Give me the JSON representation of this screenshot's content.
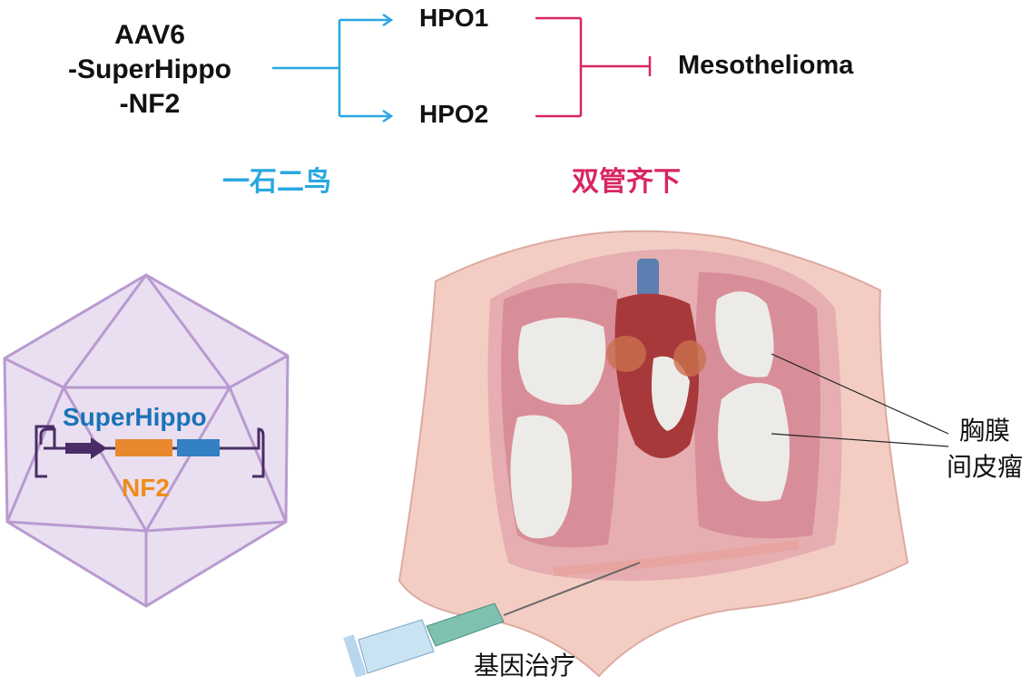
{
  "vector": {
    "lines": [
      "AAV6",
      "-SuperHippo",
      "-NF2"
    ]
  },
  "pathway": {
    "hpo1": "HPO1",
    "hpo2": "HPO2",
    "target": "Mesothelioma"
  },
  "slogans": {
    "left": "一石二鸟",
    "right": "双管齐下"
  },
  "capsid": {
    "gene1": "SuperHippo",
    "gene2": "NF2"
  },
  "labels": {
    "tumor_line1": "胸膜",
    "tumor_line2": "间皮瘤",
    "therapy": "基因治疗"
  },
  "colors": {
    "activate": "#29a8e0",
    "inhibit": "#d8265f",
    "superhippo": "#1a73b8",
    "nf2": "#f08c1e",
    "capsid": "#b99ad0"
  }
}
